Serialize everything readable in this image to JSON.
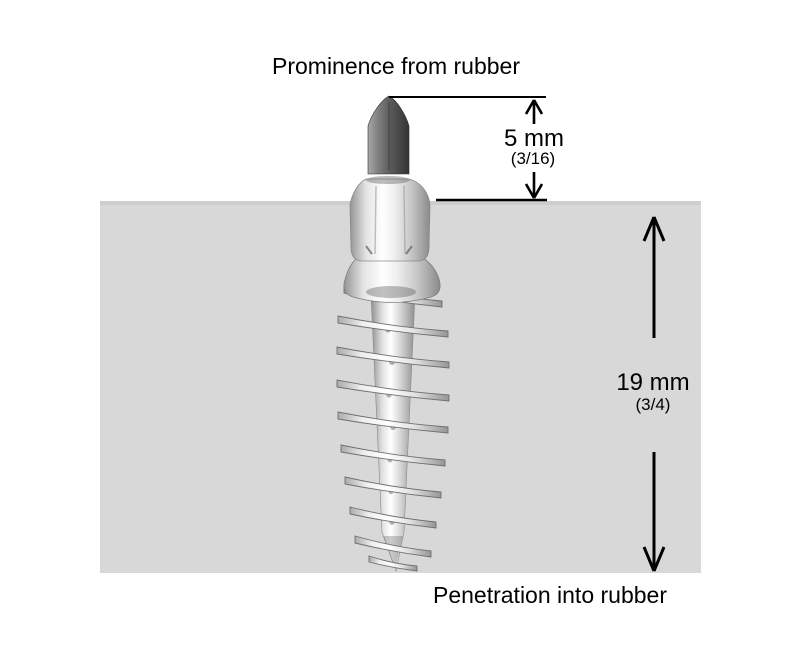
{
  "diagram": {
    "top_label": "Prominence from rubber",
    "bottom_label": "Penetration into rubber",
    "prominence": {
      "value": "5 mm",
      "fraction": "(3/16)"
    },
    "penetration": {
      "value": "19 mm",
      "fraction": "(3/4)"
    },
    "colors": {
      "rubber": "#d8d8d8",
      "line": "#000000"
    }
  }
}
